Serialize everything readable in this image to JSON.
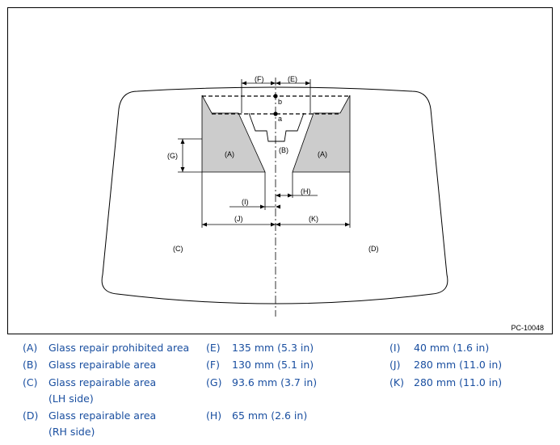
{
  "diagram": {
    "labels": {
      "A_left": "(A)",
      "A_right": "(A)",
      "B": "(B)",
      "C": "(C)",
      "D": "(D)",
      "E": "(E)",
      "F": "(F)",
      "G": "(G)",
      "H": "(H)",
      "I": "(I)",
      "J": "(J)",
      "K": "(K)",
      "a": "a",
      "b": "b"
    },
    "code": "PC-10048",
    "colors": {
      "shade": "#cccccc",
      "line": "#000000",
      "legend_text": "#1a4fa0"
    }
  },
  "legend": {
    "col1": [
      {
        "key": "(A)",
        "lines": [
          "Glass repair prohibited area"
        ]
      },
      {
        "key": "(B)",
        "lines": [
          "Glass repairable area"
        ]
      },
      {
        "key": "(C)",
        "lines": [
          "Glass repairable area",
          "(LH side)"
        ]
      },
      {
        "key": "(D)",
        "lines": [
          "Glass repairable area",
          "(RH side)"
        ]
      }
    ],
    "col2": [
      {
        "key": "(E)",
        "value": "135 mm (5.3 in)"
      },
      {
        "key": "(F)",
        "value": "130 mm (5.1 in)"
      },
      {
        "key": "(G)",
        "value": "93.6 mm (3.7 in)"
      },
      {
        "key": "(H)",
        "value": "65 mm (2.6 in)"
      }
    ],
    "col3": [
      {
        "key": "(I)",
        "value": "40 mm (1.6 in)"
      },
      {
        "key": "(J)",
        "value": "280 mm (11.0 in)"
      },
      {
        "key": "(K)",
        "value": "280 mm (11.0 in)"
      }
    ]
  }
}
